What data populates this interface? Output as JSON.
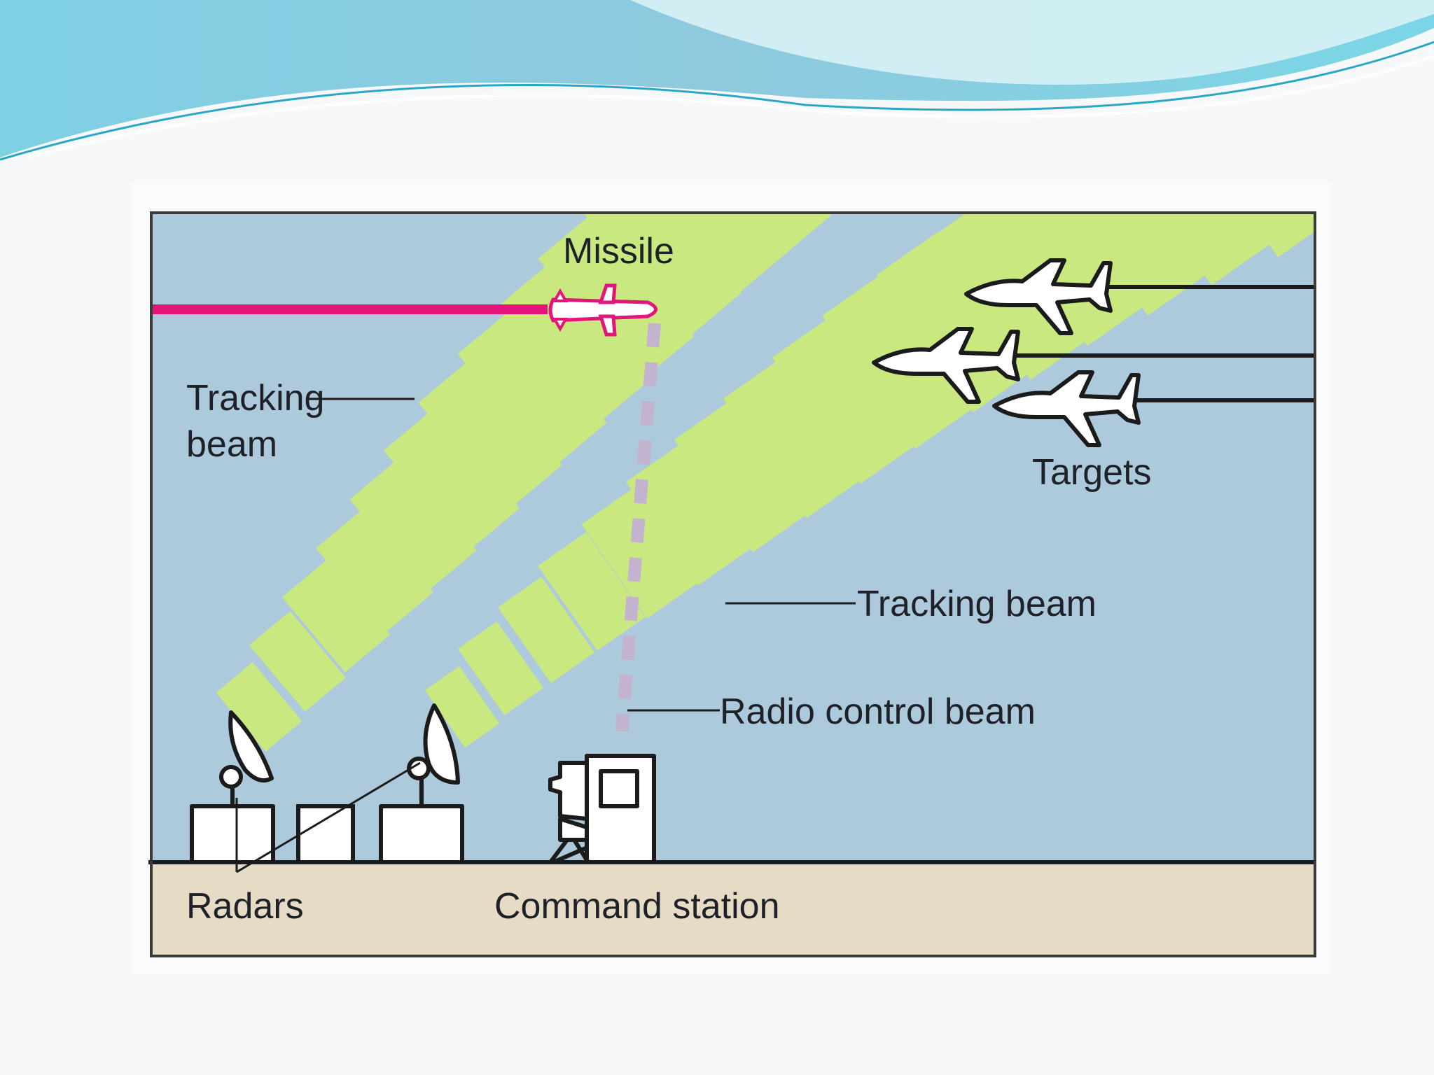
{
  "slide": {
    "banner_colors": [
      "#7fc6dc",
      "#a9dfe9",
      "#ffffff"
    ]
  },
  "diagram": {
    "colors": {
      "sky": "#adc9dc",
      "ground": "#e6dcc6",
      "beam": "#c9e87f",
      "missile_trail": "#e3147a",
      "radio_beam": "#c4b3cf",
      "outline": "#1b1b1b"
    },
    "labels": {
      "missile": "Missile",
      "tracking_beam_left_line1": "Tracking",
      "tracking_beam_left_line2": "beam",
      "targets": "Targets",
      "tracking_beam_right": "Tracking beam",
      "radio_control_beam": "Radio control beam",
      "radars": "Radars",
      "command_station": "Command station"
    }
  }
}
